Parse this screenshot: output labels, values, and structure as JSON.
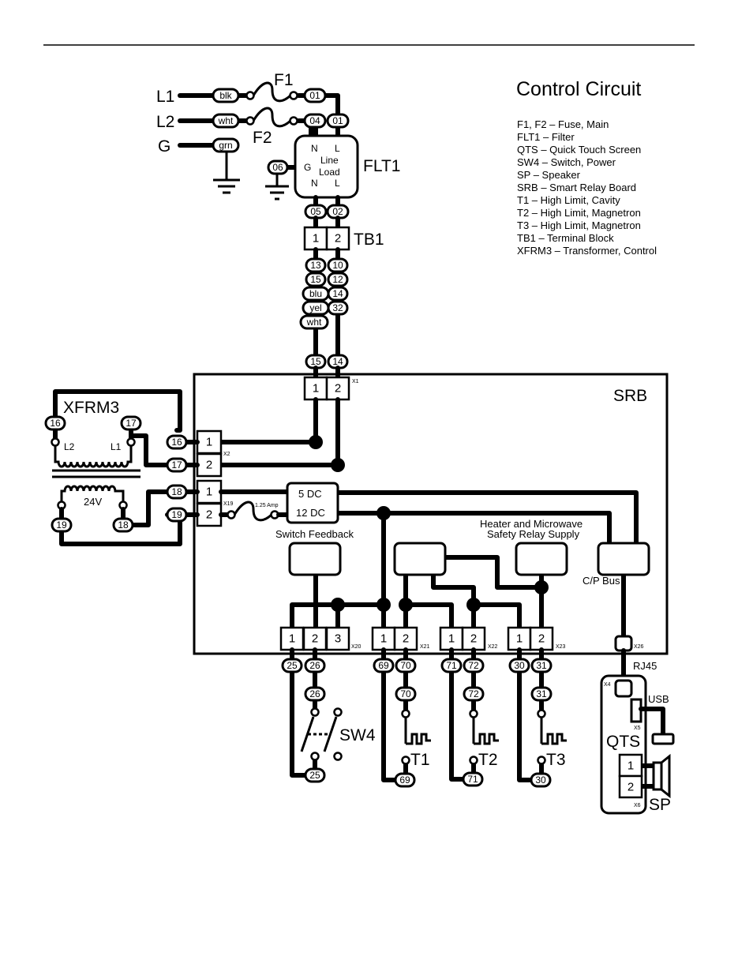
{
  "title": "Control Circuit",
  "legend": [
    "F1, F2 – Fuse, Main",
    "FLT1 – Filter",
    "QTS – Quick Touch Screen",
    "SW4 – Switch, Power",
    "SP – Speaker",
    "SRB – Smart Relay Board",
    "T1 – High Limit, Cavity",
    "T2 – High Limit, Magnetron",
    "T3 – High Limit, Magnetron",
    "TB1 – Terminal Block",
    "XFRM3 – Transformer, Control"
  ],
  "lines": {
    "l1": "L1",
    "l2": "L2",
    "g": "G"
  },
  "components": {
    "f1": "F1",
    "f2": "F2",
    "flt1": "FLT1",
    "tb1": "TB1",
    "srb": "SRB",
    "xfrm3": "XFRM3",
    "sw4": "SW4",
    "t1": "T1",
    "t2": "T2",
    "t3": "T3",
    "qts": "QTS",
    "sp": "SP",
    "usb": "USB",
    "rj45": "RJ45"
  },
  "filter": {
    "n": "N",
    "l": "L",
    "g": "G",
    "line": "Line",
    "load": "Load"
  },
  "board": {
    "dc5": "5 DC",
    "dc12": "12 DC",
    "switch_feedback": "Switch Feedback",
    "heater_supply_1": "Heater and Microwave",
    "heater_supply_2": "Safety Relay Supply",
    "cp_bus": "C/P Bus",
    "fuse_rating": "1.25 Amp",
    "volt24": "24V",
    "coil_l1": "L1",
    "coil_l2": "L2"
  },
  "connectors": {
    "x1": "X1",
    "x2": "X2",
    "x19": "X19",
    "x20": "X20",
    "x21": "X21",
    "x22": "X22",
    "x23": "X23",
    "x26": "X26",
    "x4": "X4",
    "x5": "X5",
    "x6": "X6"
  },
  "pins": {
    "p1": "1",
    "p2": "2",
    "p3": "3"
  },
  "wires": {
    "blk": "blk",
    "wht": "wht",
    "grn": "grn",
    "blu": "blu",
    "yel": "yel",
    "w01": "01",
    "w02": "02",
    "w04": "04",
    "w05": "05",
    "w06": "06",
    "w10": "10",
    "w12": "12",
    "w13": "13",
    "w14": "14",
    "w15": "15",
    "w16": "16",
    "w17": "17",
    "w18": "18",
    "w19": "19",
    "w25": "25",
    "w26": "26",
    "w30": "30",
    "w31": "31",
    "w32": "32",
    "w69": "69",
    "w70": "70",
    "w71": "71",
    "w72": "72"
  }
}
